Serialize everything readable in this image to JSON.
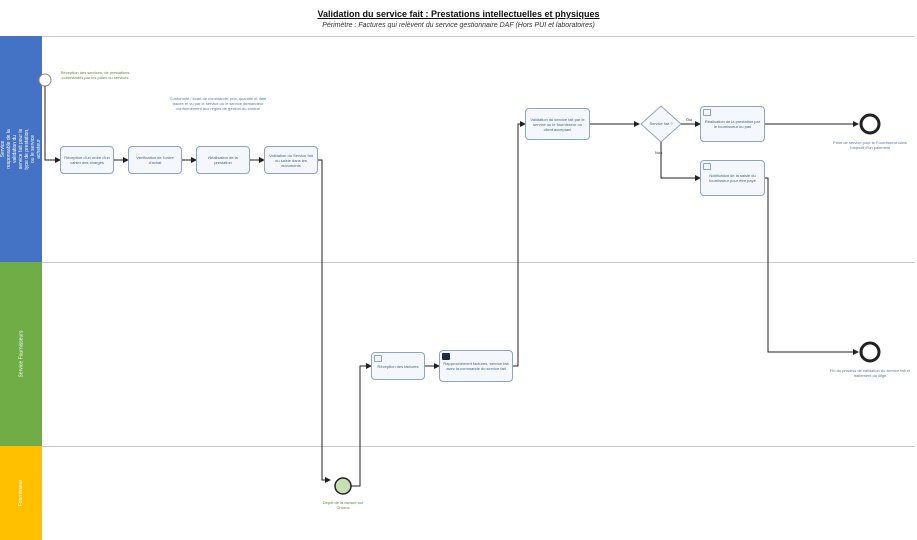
{
  "title": "Validation du service fait : Prestations intellectuelles et physiques",
  "subtitle": "Périmètre : Factures qui relèvent du service gestionnaire DAF (Hors PUI et laboratoires)",
  "colors": {
    "lane1": "#4472c4",
    "lane2": "#70ad47",
    "lane3": "#ffc000",
    "task_fill": "#f4f7fc",
    "task_border": "#8fa4c4",
    "start_event": "#c6e0b4"
  },
  "lanes": [
    {
      "label": "Service responsable de la validation du service fait pour le type de prestation, ou le service acheteur"
    },
    {
      "label": "Service Fournisseurs"
    },
    {
      "label": "Fournisseur"
    }
  ],
  "notes": {
    "start": "Réception des services, de prestations commandés par les pôles ou services",
    "middle": "Conformité / écart de commande, prix, quantité et date tracée et vu par le service ou le service demandeur conformément aux règles de gestion du contrat",
    "end_top": "Prise de service pour le Fournisseur dans l'objectif d'un paiement",
    "end_bottom": "Fin du process de validation du service fait et traitement du litige",
    "invoice": "Dépôt de la facture sur Chorus"
  },
  "tasks": [
    {
      "label": "Réception d'un ordre d'un cahier des charges"
    },
    {
      "label": "Vérification de l'ordre d'achat"
    },
    {
      "label": "Réalisation de la prestation"
    },
    {
      "label": "Validation du Service fait ou saisie dans les documents"
    },
    {
      "label": "Validation du service fait par le service ou le fournisseur ou client acceptant"
    },
    {
      "label": "Réalisation de la prestation par le fournisseur ou pas"
    },
    {
      "label": "Notification de la saisie du fournisseur pour être payé"
    },
    {
      "label": "Réception des factures"
    },
    {
      "label": "Rapprochement factures, service fait avec la commande du service fait"
    }
  ],
  "gateway": {
    "label": "Service fait ?",
    "yes": "Oui",
    "no": "Non"
  }
}
